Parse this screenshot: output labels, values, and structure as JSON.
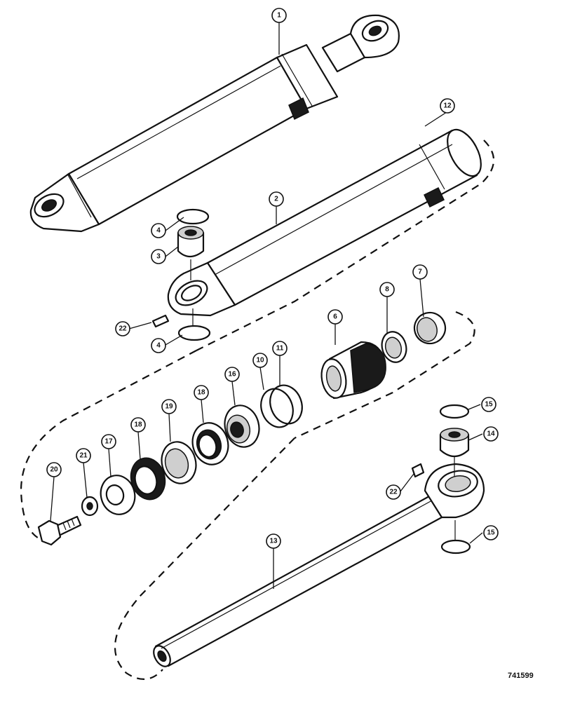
{
  "drawing_id": "741599",
  "callouts": [
    "1",
    "2",
    "3",
    "4",
    "4",
    "6",
    "7",
    "8",
    "10",
    "11",
    "12",
    "13",
    "14",
    "15",
    "15",
    "16",
    "17",
    "18",
    "18",
    "19",
    "20",
    "21",
    "22",
    "22"
  ]
}
